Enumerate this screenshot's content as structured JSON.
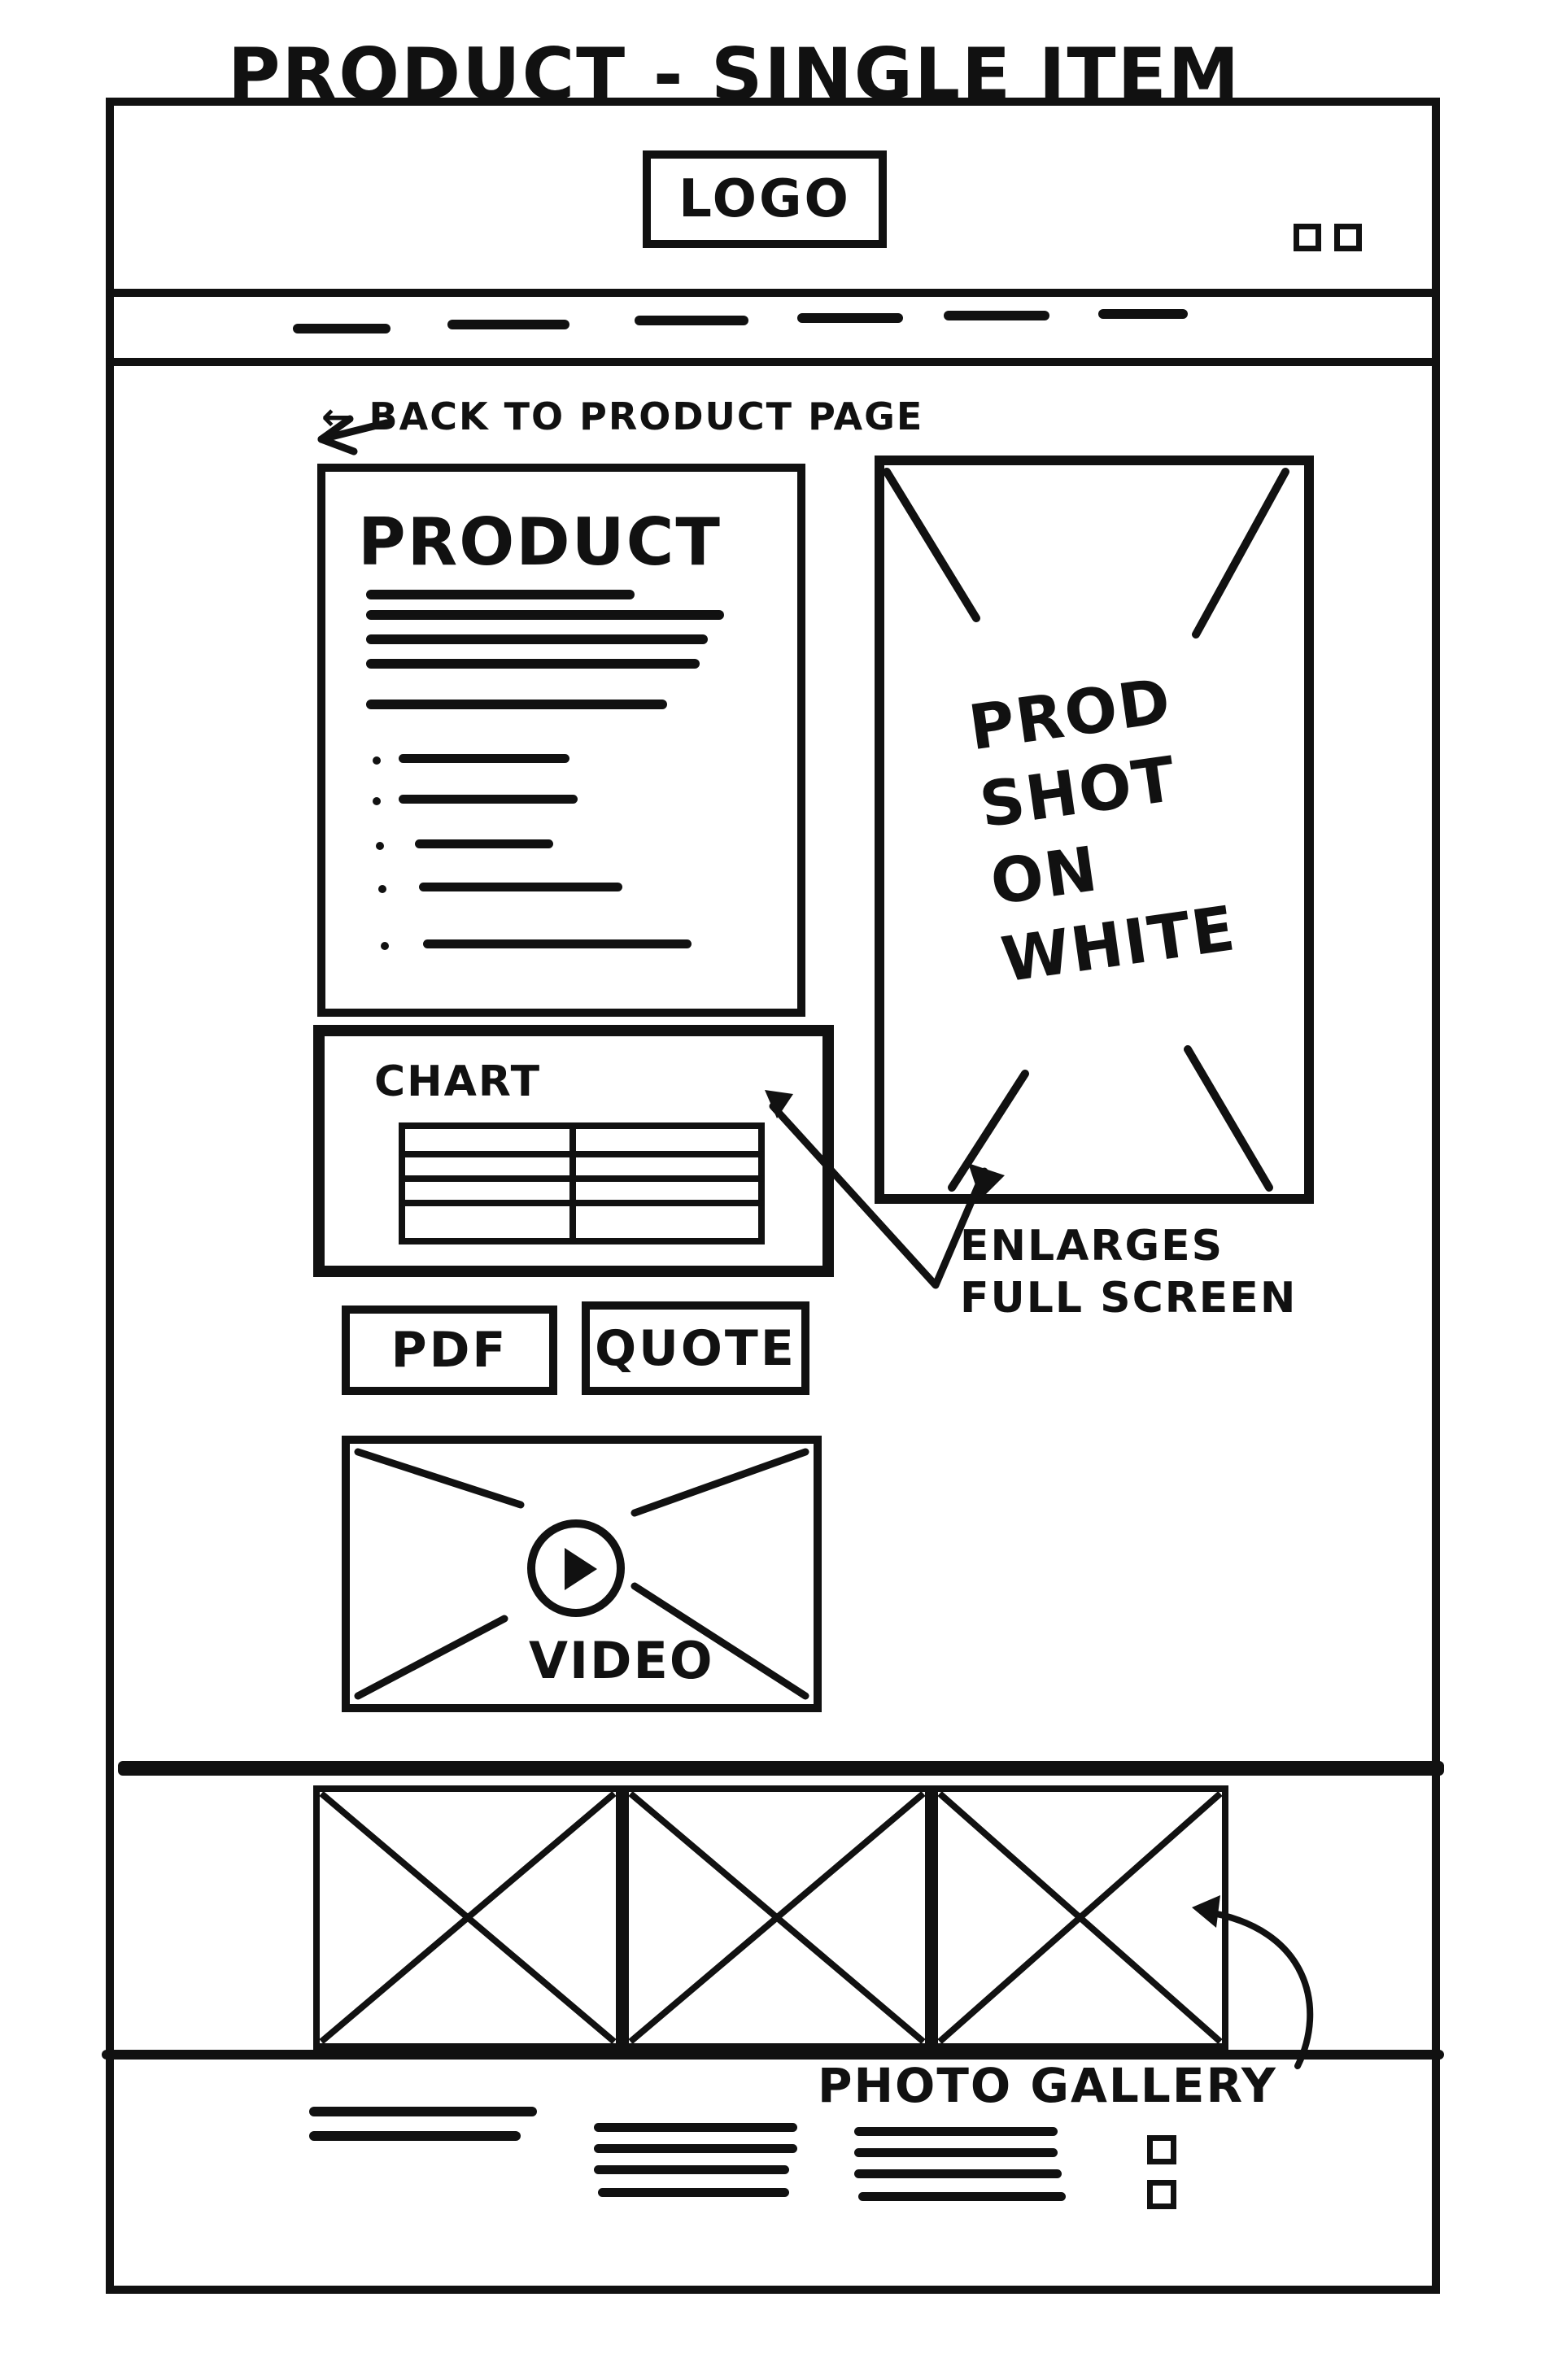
{
  "sketch": {
    "page_title": "PRODUCT - SINGLE ITEM",
    "header": {
      "logo": "LOGO",
      "icons": [
        "square-icon",
        "square-icon"
      ]
    },
    "back_link": "← BACK TO PRODUCT PAGE",
    "product_panel": {
      "heading": "PRODUCT"
    },
    "chart_panel": {
      "label": "CHART"
    },
    "product_image": {
      "label_lines": [
        "PROD",
        "SHOT",
        "ON",
        "WHITE"
      ]
    },
    "annotation": "ENLARGES FULL SCREEN",
    "buttons": {
      "pdf": "PDF",
      "quote": "QUOTE"
    },
    "video": {
      "label": "VIDEO"
    },
    "gallery": {
      "label": "PHOTO GALLERY"
    }
  }
}
